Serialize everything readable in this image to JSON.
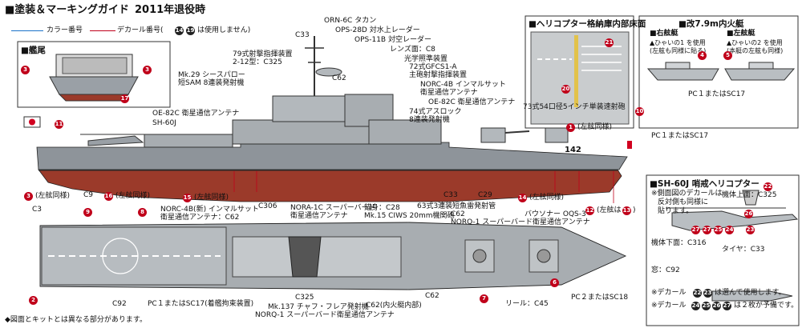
{
  "header": {
    "title": "■塗装＆マーキングガイド",
    "year": "2011年退役時",
    "legend_color": "カラー番号",
    "legend_decal": "デカール番号(",
    "legend_decal_n1": "14",
    "legend_decal_n2": "19",
    "legend_decal_tail": "は使用しません)"
  },
  "panels": {
    "stern": "■艦尾",
    "hangar": "■ヘリコプター格納庫内部床面",
    "boat": "■改7.9m内火艇",
    "heli": "■SH-60J 哨戒ヘリコプター"
  },
  "stern_badges": [
    "3",
    "3",
    "17"
  ],
  "hangar_badges": [
    "21",
    "20"
  ],
  "boat": {
    "starboard": "■右舷艇",
    "port": "■左舷艇",
    "sb_note1": "▲ひゃいの1 を使用",
    "sb_note2": "(左舷も同様に貼る)",
    "pt_note1": "▲ひゃいの2 を使用",
    "pt_note2": "(本艇の左舷も同様)",
    "badge_l": "4",
    "badge_r": "5",
    "pc": "PC１またはSC17"
  },
  "heli": {
    "note1": "※側面図のデカールは",
    "note2": "反対側も同様に",
    "note3": "貼ります。",
    "top": "機体上面：C325",
    "bottom": "機体下面：C316",
    "tire": "タイヤ：C33",
    "window": "窓：C92",
    "n1": "※デカール",
    "n1b": "は選んで使用します。",
    "n2": "※デカール",
    "n2b": "は２枚が予備です。",
    "badges": [
      "22",
      "26",
      "27",
      "25",
      "24",
      "23",
      "27",
      "27",
      "22",
      "23",
      "24",
      "25",
      "26",
      "27"
    ]
  },
  "side_labels": {
    "orn": "ORN-6C タカン",
    "ops28": "OPS-28D 対水上レーダー",
    "ops11": "OPS-11B 対空レーダー",
    "c33": "C33",
    "lens": "レンズ面：C8",
    "light": "光学照準装置",
    "gfcs1": "72式GFCS1-A",
    "gfcs2": "主砲射撃指揮装置",
    "norc4b1": "NORC-4B インマルサット",
    "norc4b2": "衛星通信アンテナ",
    "oe82c_r": "OE-82C 衛星通信アンテナ",
    "seasparrow1": "79式射撃指揮装置",
    "seasparrow2": "2-12型：C325",
    "mk29a": "Mk.29 シースパロー",
    "mk29b": "短SAM 8連装発射機",
    "c325": "C325",
    "c62": "C62",
    "oe82c_l": "OE-82C 衛星通信アンテナ",
    "sh60": "SH-60J",
    "asroc1": "74式アスロック",
    "asroc2": "8連装発射機",
    "gun": "73式54口径5インチ単装速射砲",
    "pc_side": "PC１またはSC17",
    "c9": "C9",
    "c33b": "C33",
    "c29": "C29",
    "torpedo": "63式3連装短魚雷発射管",
    "same_l": "(左舷同様)",
    "same_l2": "(左舷同様)",
    "same_l3": "(左舷同様)",
    "same_l4": "(左舷同様)",
    "same_l5": "(左舷は",
    "same_l5b": ")",
    "hull": "142"
  },
  "side_badges": {
    "b11": "11",
    "b10": "10",
    "b1": "1",
    "b3": "3",
    "b16": "16",
    "b15": "15",
    "b14": "14",
    "b12": "12",
    "b13": "13"
  },
  "top_labels": {
    "c3": "C3",
    "norc4b_new1": "NORC-4B(新) インマルサット",
    "norc4b_new2": "衛星通信アンテナ：C62",
    "c306": "C306",
    "norc1c1": "NORA-1C スーパーバード",
    "norc1c2": "衛星通信アンテナ",
    "anchor": "錨身：C28",
    "ciws": "Mk.15 CIWS 20mm機関砲",
    "c62": "C62",
    "norq1a": "NORQ-1 スーパーバード衛星通信アンテナ",
    "sonar": "バウソナー OQS-3",
    "c92": "C92",
    "pc_top": "PC１またはSC17(着艦拘束装置)",
    "c325": "C325",
    "mk137": "Mk.137 チャフ・フレア発射機",
    "norq1b": "NORQ-1 スーパーバード衛星通信アンテナ",
    "c62_in": "C62(内火艇内部)",
    "c62b": "C62",
    "reel": "リール：C45",
    "pc2": "PC２またはSC18",
    "b9": "9",
    "b8": "8",
    "b2": "2",
    "b7": "7",
    "b6": "6"
  },
  "footer": "◆図面とキットとは異なる部分があります。",
  "colors": {
    "hull_grey": "#8e949a",
    "deck_grey": "#a8adb1",
    "waterline": "#2b2b2b",
    "bottom_red": "#9b3a2a",
    "decal_red": "#c0001a",
    "rising_sun": "#d1001f"
  }
}
